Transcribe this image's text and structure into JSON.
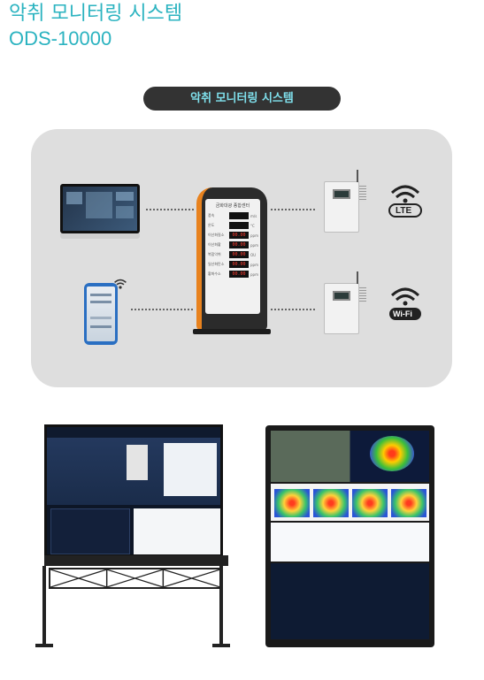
{
  "header": {
    "title": "악취 모니터링 시스템",
    "model": "ODS-10000"
  },
  "diagram": {
    "pill_label": "악취 모니터링 시스템",
    "kiosk": {
      "heading": "금화대광 종합센터",
      "rows": [
        {
          "label": "풍속",
          "value": "",
          "unit": "m/s"
        },
        {
          "label": "온도",
          "value": "",
          "unit": "°C"
        },
        {
          "label": "이산화질소",
          "value": "00.00",
          "unit": "ppm"
        },
        {
          "label": "이산화황",
          "value": "00.00",
          "unit": "ppm"
        },
        {
          "label": "복합악취",
          "value": "00.00",
          "unit": "OU"
        },
        {
          "label": "일산화탄소",
          "value": "00.00",
          "unit": "ppm"
        },
        {
          "label": "황화수소",
          "value": "00.00",
          "unit": "ppm"
        }
      ]
    },
    "icons": {
      "lte_label": "LTE",
      "wifi_label": "Wi-Fi",
      "lte_icon": "lte-signal-icon",
      "wifi_icon": "wifi-signal-icon"
    }
  },
  "colors": {
    "accent": "#2bb3c0",
    "pill_bg": "#333333",
    "pill_text": "#7fe0ec",
    "panel_bg": "#dedede",
    "kiosk_accent": "#e8821e"
  }
}
